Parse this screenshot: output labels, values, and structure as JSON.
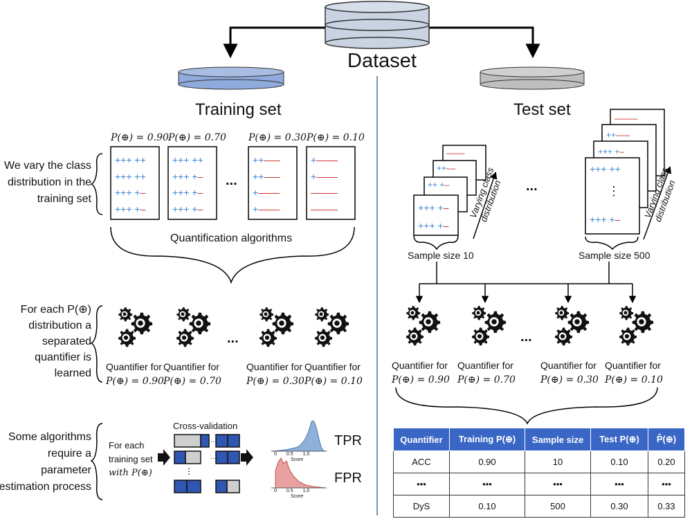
{
  "header": {
    "dataset_label": "Dataset",
    "training_label": "Training set",
    "test_label": "Test set"
  },
  "training": {
    "prob_labels": [
      "P(⊕) = 0.90",
      "P(⊕) = 0.70",
      "P(⊕) = 0.30",
      "P(⊕) = 0.10"
    ],
    "vary_text": [
      "We vary the class",
      "distribution in the",
      "training set"
    ],
    "quant_algos_label": "Quantification algorithms",
    "ellipsis": "..."
  },
  "row2": {
    "text": [
      "For each P(⊕)",
      "distribution a",
      "separated",
      "quantifier is",
      "learned"
    ],
    "left_quantifier_labels": [
      "Quantifier for",
      "Quantifier for",
      "Quantifier for",
      "Quantifier for"
    ],
    "left_quantifier_probs": [
      "P(⊕) = 0.90",
      "P(⊕) = 0.70",
      "P(⊕) = 0.30",
      "P(⊕) = 0.10"
    ],
    "right_quantifier_labels": [
      "Quantifier for",
      "Quantifier for",
      "Quantifier for",
      "Quantifier for"
    ],
    "right_quantifier_probs": [
      "P(⊕) = 0.90",
      "P(⊕) = 0.70",
      "P(⊕) = 0.30",
      "P(⊕) = 0.10"
    ]
  },
  "row3": {
    "text": [
      "Some algorithms",
      "require a",
      "parameter",
      "estimation process"
    ],
    "for_each_text": [
      "For each",
      "training set",
      "with P(⊕)"
    ],
    "cross_validation_label": "Cross-validation",
    "tpr_label": "TPR",
    "fpr_label": "FPR",
    "hist_xticks": [
      "0",
      "0.5",
      "1.0"
    ],
    "hist_xlabel": "Score"
  },
  "test": {
    "sample_size_small": "Sample size 10",
    "sample_size_large": "Sample size 500",
    "varying_label": [
      "Varying class",
      "distribution"
    ],
    "ellipsis": "..."
  },
  "results_table": {
    "headers": [
      "Quantifier",
      "Training P(⊕)",
      "Sample size",
      "Test P(⊕)",
      "P̂(⊕)"
    ],
    "rows": [
      [
        "ACC",
        "0.90",
        "10",
        "0.10",
        "0.20"
      ],
      [
        "•••",
        "•••",
        "•••",
        "•••",
        "•••"
      ],
      [
        "DyS",
        "0.10",
        "500",
        "0.30",
        "0.33"
      ]
    ]
  },
  "colors": {
    "plus": "#3d86d6",
    "minus": "#cc2222",
    "training_disk": "#8faadc",
    "test_disk": "#bfbfbf",
    "dataset_disk": "#c9d3e2",
    "table_header": "#3a67c5",
    "blue_fold": "#2f56b0",
    "tpr_hist": "#8fb0d8",
    "fpr_hist": "#e8a0a0"
  },
  "icons": [
    "database-icon",
    "gears-icon",
    "arrow-icon"
  ]
}
